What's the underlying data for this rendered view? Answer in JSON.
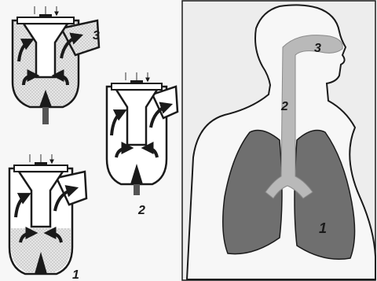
{
  "labels": {
    "nebulizer_top": "3",
    "nebulizer_middle": "2",
    "nebulizer_bottom": "1",
    "anatomy_mouth": "3",
    "anatomy_trachea": "2",
    "anatomy_lungs": "1"
  },
  "colors": {
    "ink": "#1a1a1a",
    "airway_fill": "#b9b9b9",
    "lung_fill": "#6f6f6f",
    "panel_bg": "#ededed"
  }
}
